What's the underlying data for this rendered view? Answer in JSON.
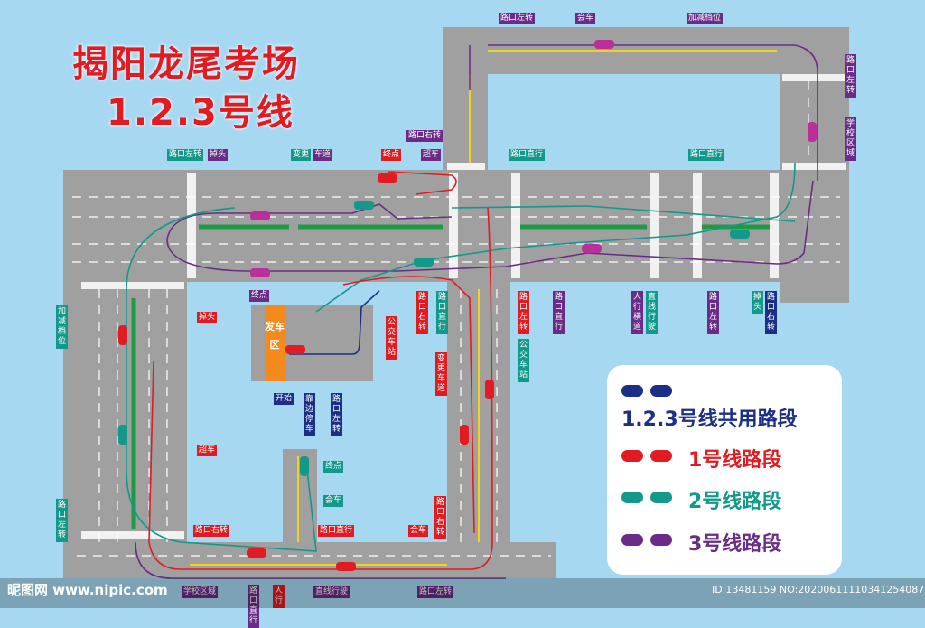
{
  "title": {
    "line1": "揭阳龙尾考场",
    "line2": "1.2.3号线"
  },
  "colors": {
    "background": "#a6d8f2",
    "road": "#a0a0a0",
    "route1": "#e11b22",
    "route2": "#12998a",
    "route3": "#6a2c86",
    "shared": "#1c2f86",
    "title": "#e11b22"
  },
  "start_zone": "发车区",
  "legend": [
    {
      "label": "1.2.3号线共用路段",
      "color": "#1c2f86"
    },
    {
      "label": "1号线路段",
      "color": "#e11b22"
    },
    {
      "label": "2号线路段",
      "color": "#12998a"
    },
    {
      "label": "3号线路段",
      "color": "#6a2c86"
    }
  ],
  "labels": [
    {
      "text": "路口左转",
      "color": "purple"
    },
    {
      "text": "会车",
      "color": "purple"
    },
    {
      "text": "加减档位",
      "color": "purple"
    },
    {
      "text": "路口左转",
      "color": "purple"
    },
    {
      "text": "学校区域",
      "color": "purple"
    },
    {
      "text": "路口右转",
      "color": "purple"
    },
    {
      "text": "路口左转",
      "color": "teal"
    },
    {
      "text": "掉头",
      "color": "purple"
    },
    {
      "text": "变更",
      "color": "teal"
    },
    {
      "text": "车道",
      "color": "purple"
    },
    {
      "text": "终点",
      "color": "red"
    },
    {
      "text": "超车",
      "color": "purple"
    },
    {
      "text": "路口直行",
      "color": "teal"
    },
    {
      "text": "路口直行",
      "color": "teal"
    },
    {
      "text": "加减档位",
      "color": "teal"
    },
    {
      "text": "掉头",
      "color": "red"
    },
    {
      "text": "终点",
      "color": "purple"
    },
    {
      "text": "路口右转",
      "color": "red"
    },
    {
      "text": "路口直行",
      "color": "teal"
    },
    {
      "text": "路口左转",
      "color": "red"
    },
    {
      "text": "公交车站",
      "color": "teal"
    },
    {
      "text": "路口直行",
      "color": "purple"
    },
    {
      "text": "人行横道",
      "color": "purple"
    },
    {
      "text": "直线行驶",
      "color": "teal"
    },
    {
      "text": "路口左转",
      "color": "purple"
    },
    {
      "text": "掉头",
      "color": "teal"
    },
    {
      "text": "路口右转",
      "color": "navy"
    },
    {
      "text": "公交车站",
      "color": "red"
    },
    {
      "text": "变更车道",
      "color": "red"
    },
    {
      "text": "开始",
      "color": "navy"
    },
    {
      "text": "靠边停车",
      "color": "navy"
    },
    {
      "text": "路口左转",
      "color": "navy"
    },
    {
      "text": "超车",
      "color": "red"
    },
    {
      "text": "终点",
      "color": "teal"
    },
    {
      "text": "会车",
      "color": "teal"
    },
    {
      "text": "路口左转",
      "color": "teal"
    },
    {
      "text": "路口右转",
      "color": "red"
    },
    {
      "text": "路口直行",
      "color": "red"
    },
    {
      "text": "会车",
      "color": "red"
    },
    {
      "text": "路口右转",
      "color": "red"
    },
    {
      "text": "学校区域",
      "color": "purple"
    },
    {
      "text": "路口直行",
      "color": "purple"
    },
    {
      "text": "人行",
      "color": "red"
    },
    {
      "text": "直线行驶",
      "color": "purple"
    },
    {
      "text": "路口左转",
      "color": "purple"
    }
  ],
  "watermark": {
    "site": "昵图网 www.nipic.com",
    "id": "ID:13481159 NO:20200611110341254087"
  }
}
